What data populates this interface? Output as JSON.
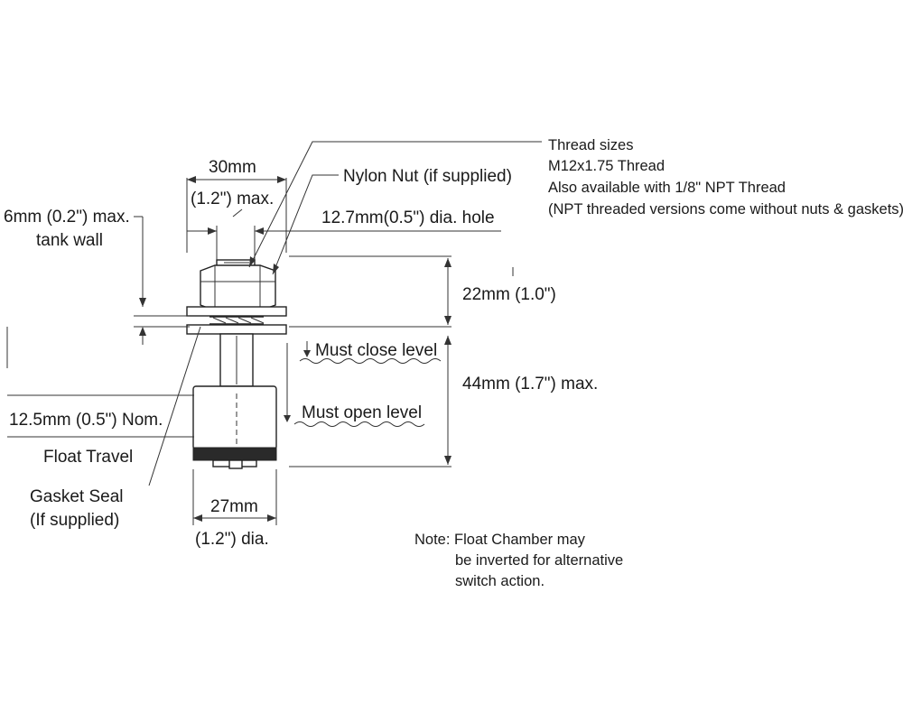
{
  "labels": {
    "width_top": "30mm",
    "width_top_imperial": "(1.2\") max.",
    "nylon_nut": "Nylon Nut (if supplied)",
    "hole": "12.7mm(0.5\") dia. hole",
    "tank_wall_1": "6mm (0.2\") max.",
    "tank_wall_2": "tank wall",
    "height_top": "22mm (1.0\")",
    "must_close": "Must close level",
    "height_total": "44mm (1.7\") max.",
    "must_open": "Must open level",
    "float_nom": "12.5mm (0.5\") Nom.",
    "float_travel": "Float Travel",
    "gasket_1": "Gasket Seal",
    "gasket_2": "(If supplied)",
    "diameter": "27mm",
    "diameter_imperial": "(1.2\") dia."
  },
  "thread_info": {
    "line1": "Thread sizes",
    "line2": "M12x1.75 Thread",
    "line3": "Also available with 1/8\" NPT Thread",
    "line4": "(NPT threaded versions come without nuts & gaskets)"
  },
  "note": {
    "line1": "Note: Float Chamber may",
    "line2": "be inverted for alternative",
    "line3": "switch action."
  },
  "colors": {
    "ink": "#1a1a1a",
    "background": "#ffffff"
  }
}
